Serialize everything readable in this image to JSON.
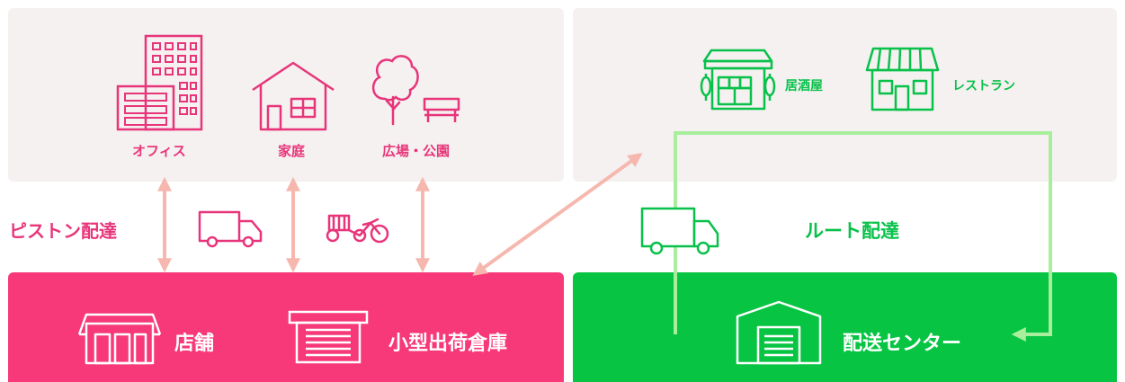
{
  "colors": {
    "pink": "#f73879",
    "pink_text": "#e8357a",
    "pink_arrow": "#f6b8ae",
    "green": "#07c443",
    "green_line": "#a8ee9c",
    "panel_bg": "#f5f1f0"
  },
  "destinations_left": {
    "office_label": "オフィス",
    "home_label": "家庭",
    "park_label": "広場・公園"
  },
  "destinations_right": {
    "izakaya_label": "居酒屋",
    "restaurant_label": "レストラン"
  },
  "piston_delivery_label": "ピストン配達",
  "route_delivery_label": "ルート配達",
  "hubs": {
    "store_label": "店舗",
    "warehouse_label": "小型出荷倉庫",
    "center_label": "配送センター"
  },
  "icons": [
    "office-building-icon",
    "house-icon",
    "tree-icon",
    "bench-icon",
    "delivery-van-icon",
    "cargo-bike-icon",
    "izakaya-icon",
    "restaurant-icon",
    "store-icon",
    "warehouse-icon",
    "distribution-center-icon"
  ]
}
